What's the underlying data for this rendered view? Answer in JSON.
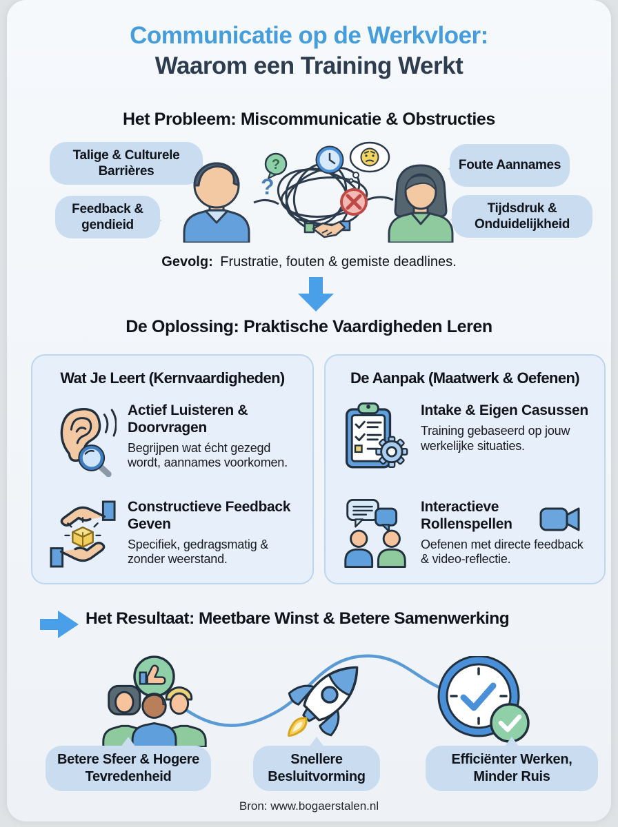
{
  "title": {
    "line1": "Communicatie op de Werkvloer:",
    "line2": "Waarom een Training Werkt"
  },
  "problem": {
    "heading": "Het Probleem: Miscommunicatie & Obstructies",
    "bubbles": {
      "top_left": "Talige & Culturele Barrières",
      "bottom_left": "Feedback & gendieid",
      "top_right": "Foute Aannames",
      "bottom_right": "Tijdsdruk & Onduidelijkheid"
    },
    "consequence_label": "Gevolg:",
    "consequence_text": "Frustratie, fouten & gemiste deadlines."
  },
  "solution": {
    "heading": "De Oplossing: Praktische Vaardigheden Leren",
    "cards": [
      {
        "title": "Wat Je Leert (Kernvaardigheden)",
        "items": [
          {
            "icon": "ear-listening-magnifier-icon",
            "title": "Actief Luisteren & Doorvragen",
            "description": "Begrijpen wat écht gezegd wordt, aannames voorkomen."
          },
          {
            "icon": "hands-giving-cube-icon",
            "title": "Constructieve Feedback Geven",
            "description": "Specifiek, gedragsmatig & zonder weerstand."
          }
        ]
      },
      {
        "title": "De Aanpak (Maatwerk & Oefenen)",
        "items": [
          {
            "icon": "clipboard-gear-icon",
            "title": "Intake & Eigen Casussen",
            "description": "Training gebaseerd op jouw werkelijke situaties."
          },
          {
            "icon": "roleplay-conversation-icon",
            "title": "Interactieve Rollenspellen",
            "description": "Oefenen met directe feedback & video-reflectie."
          }
        ]
      }
    ]
  },
  "result": {
    "heading": "Het Resultaat: Meetbare Winst & Betere Samenwerking",
    "outcomes": [
      "Betere Sfeer & Hogere Tevredenheid",
      "Snellere Besluitvorming",
      "Efficiënter Werken, Minder Ruis"
    ]
  },
  "footer": {
    "source": "Bron: www.bogaerstalen.nl"
  },
  "icons": {
    "man-figure-icon": "man with blue sweater",
    "woman-figure-icon": "woman with green top",
    "tangled-lines-icon": "tangled communication scribble with question marks, clock, thought cloud, blocked sign, handshake",
    "down-arrow-icon": "blue downward arrow",
    "right-arrow-icon": "blue rightward arrow",
    "team-thumbs-up-icon": "three people with thumbs-up bubble",
    "rocket-icon": "launching rocket",
    "clock-check-icon": "clock with green checkmark badge",
    "video-camera-icon": "video camera"
  },
  "colors": {
    "accent_blue": "#459ddb",
    "dark_navy": "#2d3c4e",
    "bubble_blue": "#c9dcf0",
    "card_bg": "#e7effa",
    "card_border": "#bcd6ef",
    "arrow_blue": "#4aa0e8",
    "green": "#8fd0a8",
    "red": "#cc5c55",
    "yellow": "#f0cf5e"
  }
}
